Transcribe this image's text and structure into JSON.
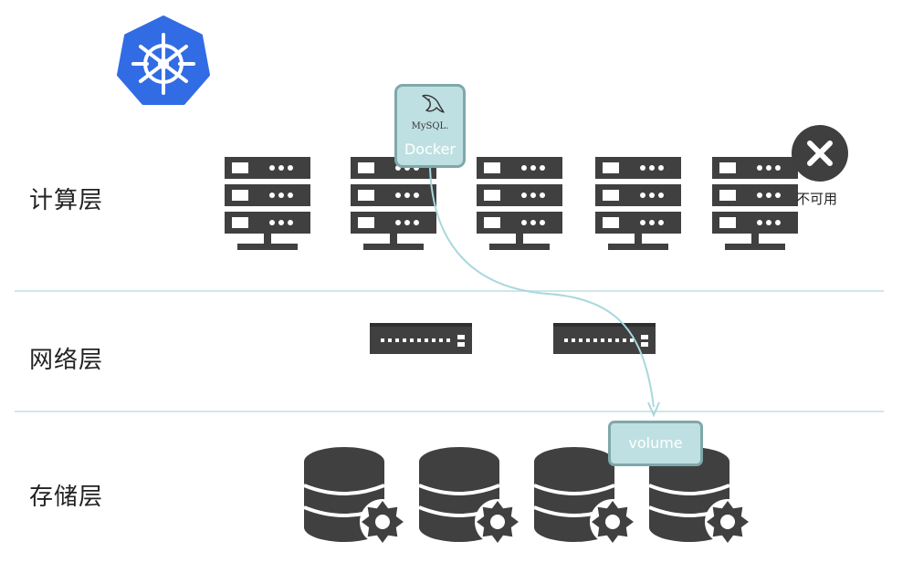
{
  "layers": {
    "compute": "计算层",
    "network": "网络层",
    "storage": "存储层"
  },
  "docker": {
    "label": "Docker",
    "app": "MySQL."
  },
  "volume": {
    "label": "volume"
  },
  "status": {
    "unavailable": "不可用"
  },
  "icons": {
    "logo": "kubernetes-logo-icon",
    "server": "server-rack-icon",
    "switch": "network-switch-icon",
    "storage": "database-gear-icon",
    "unavailable": "close-circle-icon",
    "mysql": "mysql-dolphin-icon"
  },
  "colors": {
    "logo_blue": "#326ce5",
    "device_gray": "#404040",
    "box_fill": "#bfe0e2",
    "box_border": "#7fa8ab",
    "connector": "#a8d8dd",
    "divider": "#cfe6ea"
  }
}
